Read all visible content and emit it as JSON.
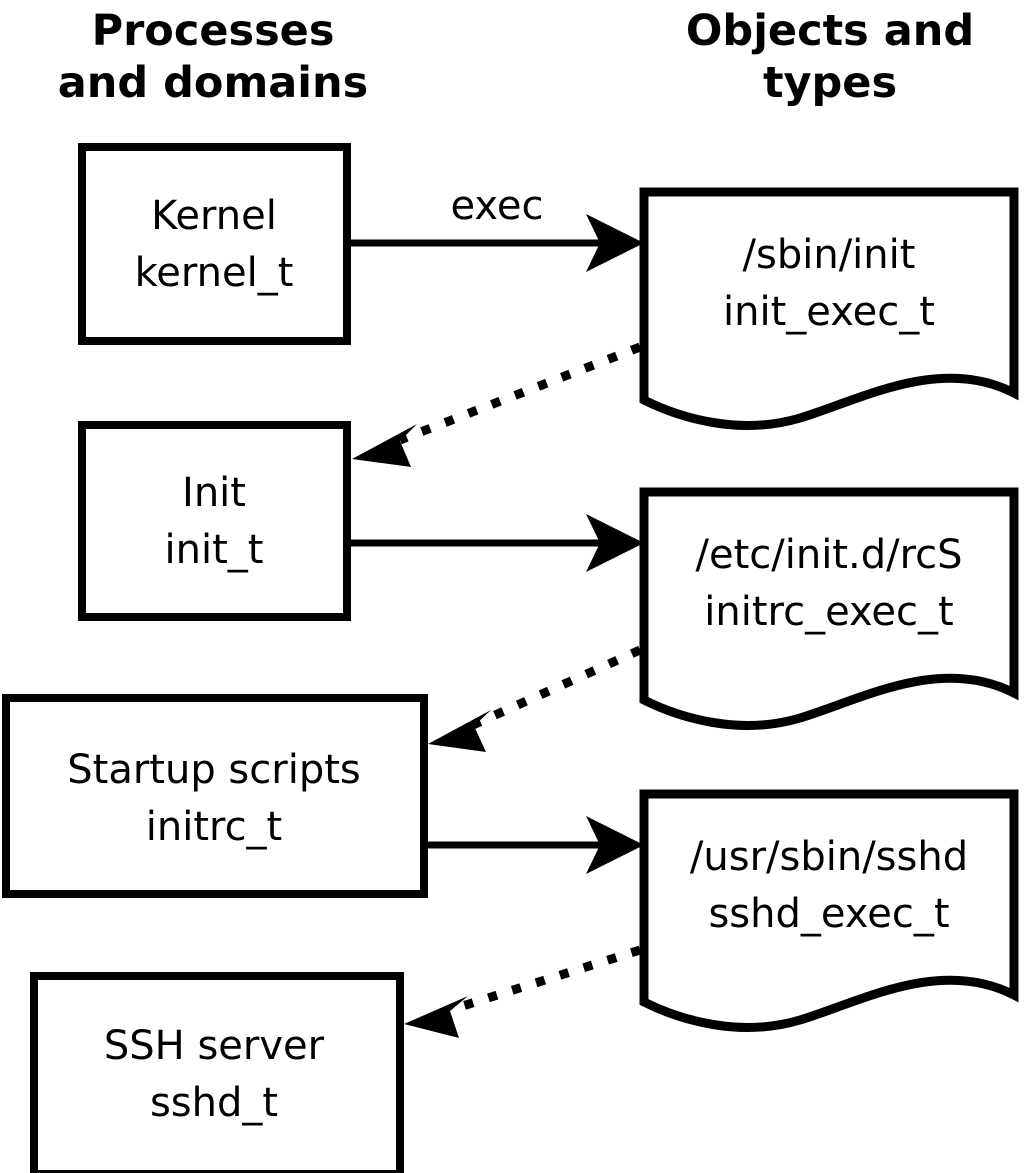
{
  "title": "SELinux process domains and object types transition diagram",
  "columns": {
    "left": {
      "header_line1": "Processes",
      "header_line2": "and domains"
    },
    "right": {
      "header_line1": "Objects and",
      "header_line2": "types"
    }
  },
  "process_nodes": [
    {
      "id": "kernel",
      "line1": "Kernel",
      "line2": "kernel_t"
    },
    {
      "id": "init",
      "line1": "Init",
      "line2": "init_t"
    },
    {
      "id": "initrc",
      "line1": "Startup scripts",
      "line2": "initrc_t"
    },
    {
      "id": "sshd",
      "line1": "SSH server",
      "line2": "sshd_t"
    }
  ],
  "object_nodes": [
    {
      "id": "init_exec",
      "line1": "/sbin/init",
      "line2": "init_exec_t"
    },
    {
      "id": "initrc_exec",
      "line1": "/etc/init.d/rcS",
      "line2": "initrc_exec_t"
    },
    {
      "id": "sshd_exec",
      "line1": "/usr/sbin/sshd",
      "line2": "sshd_exec_t"
    }
  ],
  "edges": [
    {
      "id": "kernel-to-init_exec",
      "kind": "solid",
      "label": "exec",
      "from": "kernel",
      "to": "init_exec"
    },
    {
      "id": "init_exec-to-init",
      "kind": "dotted",
      "label": "",
      "from": "init_exec",
      "to": "init"
    },
    {
      "id": "init-to-initrc_exec",
      "kind": "solid",
      "label": "",
      "from": "init",
      "to": "initrc_exec"
    },
    {
      "id": "initrc_exec-to-initrc",
      "kind": "dotted",
      "label": "",
      "from": "initrc_exec",
      "to": "initrc"
    },
    {
      "id": "initrc-to-sshd_exec",
      "kind": "solid",
      "label": "",
      "from": "initrc",
      "to": "sshd_exec"
    },
    {
      "id": "sshd_exec-to-sshd",
      "kind": "dotted",
      "label": "",
      "from": "sshd_exec",
      "to": "sshd"
    }
  ],
  "colors": {
    "background": "#ffffff",
    "stroke": "#000000",
    "text": "#000000"
  }
}
